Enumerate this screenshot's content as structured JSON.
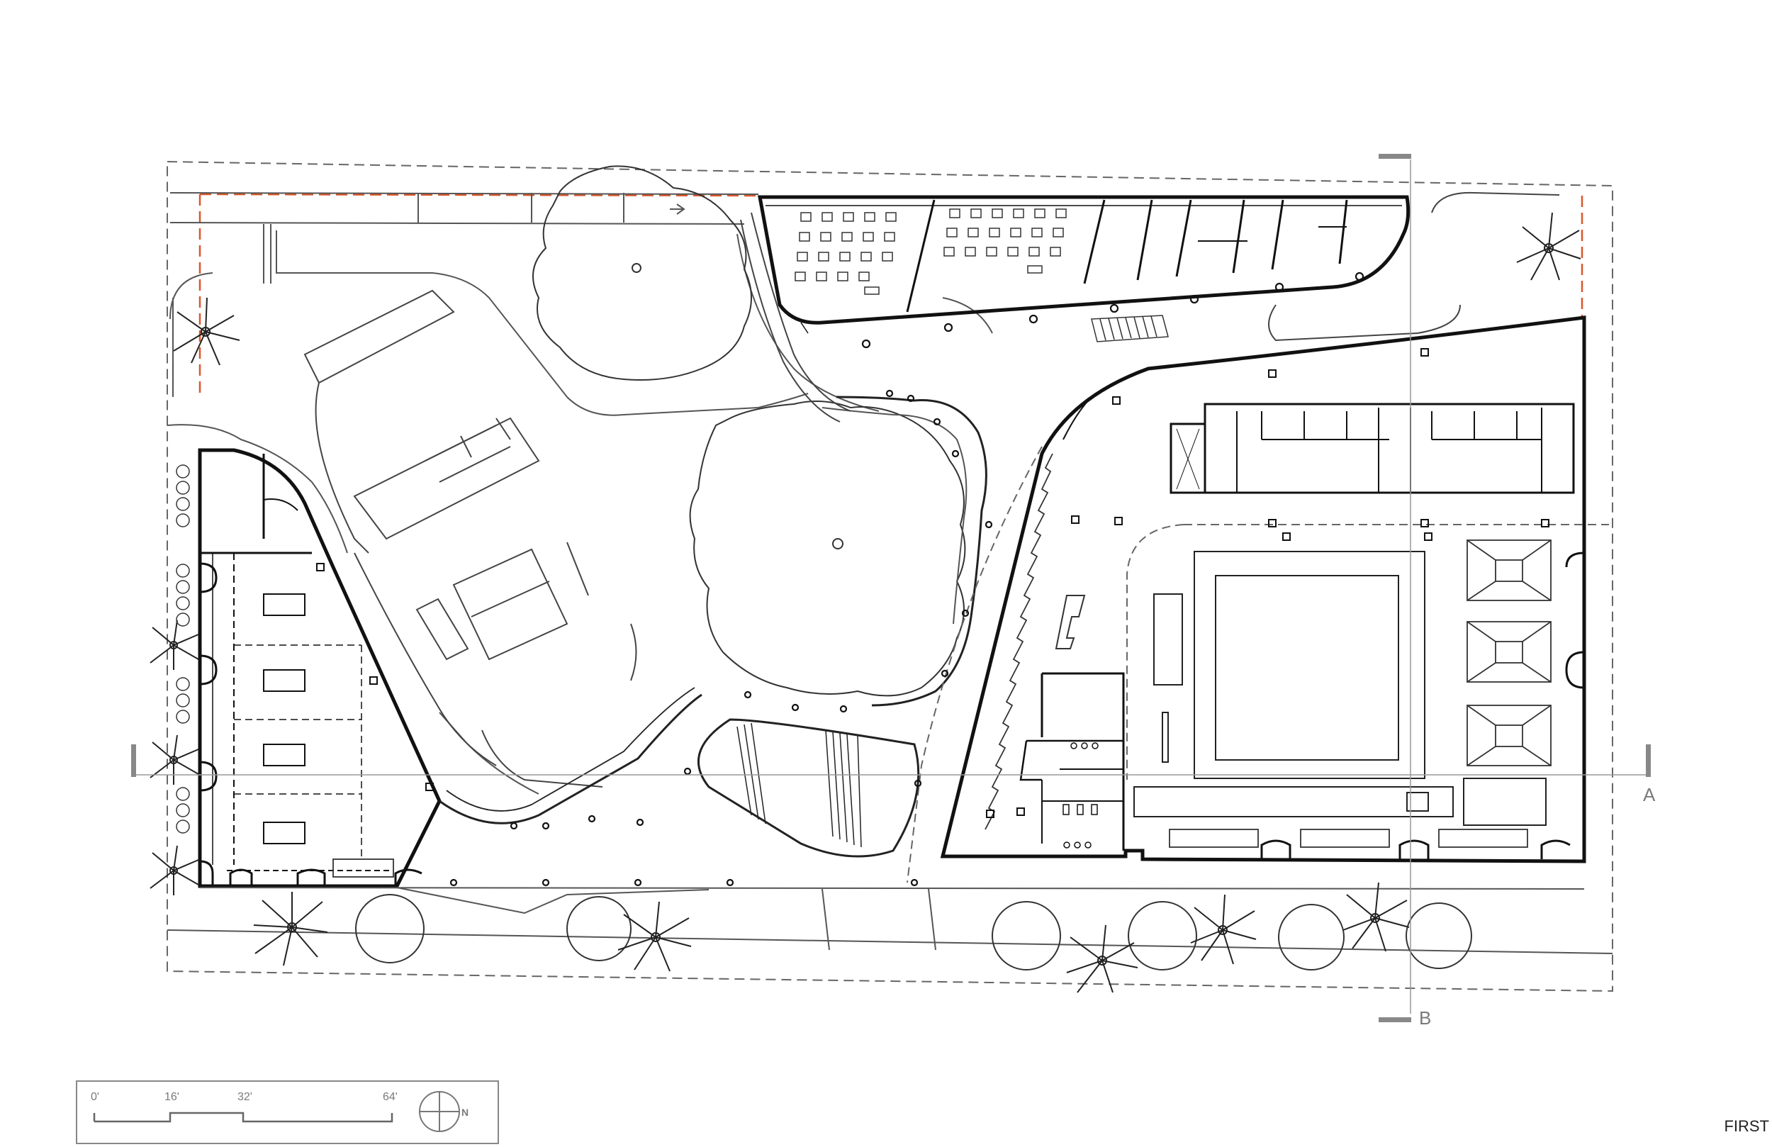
{
  "drawing": {
    "sheet_label": "FIRST",
    "section_a": "A",
    "section_b": "B",
    "scale_ticks": [
      "0'",
      "16'",
      "32'",
      "64'"
    ],
    "north_mark": "N"
  },
  "colors": {
    "line": "#1a1a1a",
    "thin": "#555555",
    "dash": "#666666",
    "property_line": "#d9572b",
    "section_marker": "#888888"
  }
}
